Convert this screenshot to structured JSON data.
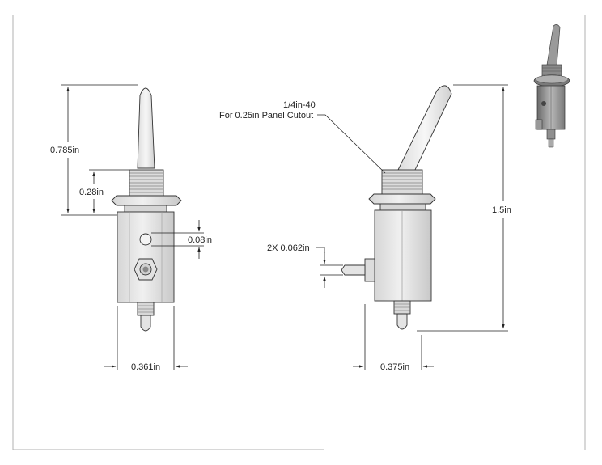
{
  "dimensions": {
    "front_height_overall": "0.785in",
    "front_bushing_height": "0.28in",
    "front_hole_dia": "0.08in",
    "front_width": "0.361in",
    "side_callout_line1": "1/4in-40",
    "side_callout_line2": "For 0.25in Panel Cutout",
    "side_port_dia": "2X 0.062in",
    "side_height_overall": "1.5in",
    "side_width": "0.375in"
  },
  "views": {
    "front": "front-view",
    "side": "side-view",
    "iso": "isometric-view"
  },
  "colors": {
    "border": "#b0b0b0",
    "line": "#222222",
    "body": "#e6e6e6",
    "body_shade": "#cfcfcf",
    "lever": "#ececec",
    "thread": "#d8d8d8"
  }
}
